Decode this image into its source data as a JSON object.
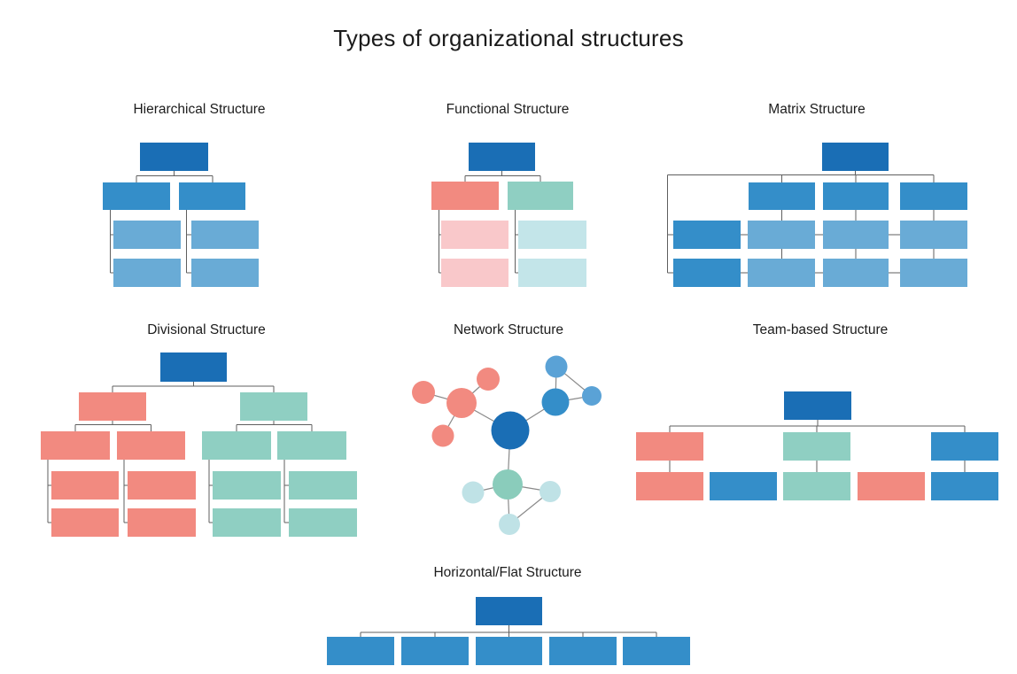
{
  "title": "Types of organizational structures",
  "palette": {
    "dark_blue": "#1a6eb5",
    "medium_blue": "#348ec9",
    "light_blue": "#69abd6",
    "sky_blue": "#5aa2d6",
    "salmon": "#f28a80",
    "light_pink": "#f9c8ca",
    "teal": "#8fcfc2",
    "teal_hub": "#8accbb",
    "light_teal": "#c3e5e9",
    "pale_teal": "#bfe2e6",
    "connector": "#5f5f5f",
    "edge": "#8a8a8a"
  },
  "diagrams": [
    {
      "id": "hierarchical",
      "label": "Hierarchical Structure",
      "boxes": [
        [
          158,
          161,
          77,
          32,
          "dark_blue"
        ],
        [
          116,
          206,
          76,
          31,
          "medium_blue"
        ],
        [
          202,
          206,
          75,
          31,
          "medium_blue"
        ],
        [
          128,
          249,
          76,
          32,
          "light_blue"
        ],
        [
          216,
          249,
          76,
          32,
          "light_blue"
        ],
        [
          128,
          292,
          76,
          32,
          "light_blue"
        ],
        [
          216,
          292,
          76,
          32,
          "light_blue"
        ]
      ],
      "lines": [
        [
          196.5,
          193,
          196.5,
          198.5
        ],
        [
          154,
          198.5,
          240,
          198.5
        ],
        [
          154,
          198.5,
          154,
          206
        ],
        [
          240,
          198.5,
          240,
          206
        ],
        [
          124.5,
          237,
          124.5,
          308
        ],
        [
          124.5,
          265,
          128,
          265
        ],
        [
          124.5,
          308,
          128,
          308
        ],
        [
          210.5,
          237,
          210.5,
          308
        ],
        [
          210.5,
          265,
          216,
          265
        ],
        [
          210.5,
          308,
          216,
          308
        ]
      ]
    },
    {
      "id": "functional",
      "label": "Functional Structure",
      "boxes": [
        [
          529,
          161,
          75,
          32,
          "dark_blue"
        ],
        [
          487,
          205,
          76,
          32,
          "salmon"
        ],
        [
          573,
          205,
          74,
          32,
          "teal"
        ],
        [
          498,
          249,
          76,
          32,
          "light_pink"
        ],
        [
          585,
          249,
          77,
          32,
          "light_teal"
        ],
        [
          498,
          292,
          76,
          32,
          "light_pink"
        ],
        [
          585,
          292,
          77,
          32,
          "light_teal"
        ]
      ],
      "lines": [
        [
          566.5,
          193,
          566.5,
          198.5
        ],
        [
          525,
          198.5,
          610,
          198.5
        ],
        [
          525,
          198.5,
          525,
          205
        ],
        [
          610,
          198.5,
          610,
          205
        ],
        [
          495.5,
          237,
          495.5,
          308
        ],
        [
          495.5,
          265,
          498,
          265
        ],
        [
          495.5,
          308,
          498,
          308
        ],
        [
          581.5,
          237,
          581.5,
          308
        ],
        [
          581.5,
          265,
          585,
          265
        ],
        [
          581.5,
          308,
          585,
          308
        ]
      ]
    },
    {
      "id": "matrix",
      "label": "Matrix Structure",
      "boxes": [
        [
          928,
          161,
          75,
          32,
          "dark_blue"
        ],
        [
          845,
          206,
          75,
          31,
          "medium_blue"
        ],
        [
          929,
          206,
          74,
          31,
          "medium_blue"
        ],
        [
          1016,
          206,
          76,
          31,
          "medium_blue"
        ],
        [
          760,
          249,
          76,
          32,
          "medium_blue"
        ],
        [
          844,
          249,
          76,
          32,
          "light_blue"
        ],
        [
          929,
          249,
          74,
          32,
          "light_blue"
        ],
        [
          1016,
          249,
          76,
          32,
          "light_blue"
        ],
        [
          760,
          292,
          76,
          32,
          "medium_blue"
        ],
        [
          844,
          292,
          76,
          32,
          "light_blue"
        ],
        [
          929,
          292,
          74,
          32,
          "light_blue"
        ],
        [
          1016,
          292,
          76,
          32,
          "light_blue"
        ]
      ],
      "lines": [
        [
          965.5,
          193,
          965.5,
          197.5
        ],
        [
          753.5,
          197.5,
          1054,
          197.5
        ],
        [
          753.5,
          197.5,
          753.5,
          308
        ],
        [
          753.5,
          265,
          760,
          265
        ],
        [
          753.5,
          308,
          760,
          308
        ],
        [
          882.5,
          197.5,
          882.5,
          206
        ],
        [
          966,
          197.5,
          966,
          206
        ],
        [
          1054,
          197.5,
          1054,
          206
        ],
        [
          882.5,
          237,
          882.5,
          249
        ],
        [
          966,
          237,
          966,
          249
        ],
        [
          1054,
          237,
          1054,
          249
        ],
        [
          882.5,
          281,
          882.5,
          292
        ],
        [
          966,
          281,
          966,
          292
        ],
        [
          1054,
          281,
          1054,
          292
        ],
        [
          836,
          265,
          844,
          265
        ],
        [
          920,
          265,
          929,
          265
        ],
        [
          1003,
          265,
          1016,
          265
        ],
        [
          836,
          308,
          844,
          308
        ],
        [
          920,
          308,
          929,
          308
        ],
        [
          1003,
          308,
          1016,
          308
        ]
      ]
    },
    {
      "id": "divisional",
      "label": "Divisional Structure",
      "boxes": [
        [
          181,
          398,
          75,
          33,
          "dark_blue"
        ],
        [
          89,
          443,
          76,
          32,
          "salmon"
        ],
        [
          271,
          443,
          76,
          32,
          "teal"
        ],
        [
          46,
          487,
          78,
          32,
          "salmon"
        ],
        [
          132,
          487,
          77,
          32,
          "salmon"
        ],
        [
          228,
          487,
          78,
          32,
          "teal"
        ],
        [
          313,
          487,
          78,
          32,
          "teal"
        ],
        [
          58,
          532,
          76,
          32,
          "salmon"
        ],
        [
          144,
          532,
          77,
          32,
          "salmon"
        ],
        [
          240,
          532,
          77,
          32,
          "teal"
        ],
        [
          326,
          532,
          77,
          32,
          "teal"
        ],
        [
          58,
          574,
          76,
          32,
          "salmon"
        ],
        [
          144,
          574,
          77,
          32,
          "salmon"
        ],
        [
          240,
          574,
          77,
          32,
          "teal"
        ],
        [
          326,
          574,
          77,
          32,
          "teal"
        ]
      ],
      "lines": [
        [
          218.5,
          431,
          218.5,
          436
        ],
        [
          127,
          436,
          309,
          436
        ],
        [
          127,
          436,
          127,
          443
        ],
        [
          309,
          436,
          309,
          443
        ],
        [
          127,
          475,
          127,
          479.5
        ],
        [
          85,
          479.5,
          170.5,
          479.5
        ],
        [
          85,
          479.5,
          85,
          487
        ],
        [
          170.5,
          479.5,
          170.5,
          487
        ],
        [
          309,
          475,
          309,
          479.5
        ],
        [
          267,
          479.5,
          352,
          479.5
        ],
        [
          267,
          479.5,
          267,
          487
        ],
        [
          352,
          479.5,
          352,
          487
        ],
        [
          54,
          519,
          54,
          590
        ],
        [
          54,
          548,
          58,
          548
        ],
        [
          54,
          590,
          58,
          590
        ],
        [
          140,
          519,
          140,
          590
        ],
        [
          140,
          548,
          144,
          548
        ],
        [
          140,
          590,
          144,
          590
        ],
        [
          236,
          519,
          236,
          590
        ],
        [
          236,
          548,
          240,
          548
        ],
        [
          236,
          590,
          240,
          590
        ],
        [
          321,
          519,
          321,
          590
        ],
        [
          321,
          548,
          326,
          548
        ],
        [
          321,
          590,
          326,
          590
        ]
      ]
    },
    {
      "id": "network",
      "label": "Network Structure",
      "nodes": [
        [
          576,
          486,
          21.5,
          "dark_blue"
        ],
        [
          521,
          455,
          17,
          "salmon"
        ],
        [
          478,
          443,
          13,
          "salmon"
        ],
        [
          551,
          428,
          13,
          "salmon"
        ],
        [
          500,
          492,
          12.5,
          "salmon"
        ],
        [
          627,
          454,
          15.5,
          "medium_blue"
        ],
        [
          628,
          414,
          12.5,
          "sky_blue"
        ],
        [
          668,
          447,
          11,
          "sky_blue"
        ],
        [
          573,
          547,
          17,
          "teal_hub"
        ],
        [
          534,
          556,
          12.5,
          "pale_teal"
        ],
        [
          621,
          555,
          12,
          "pale_teal"
        ],
        [
          575,
          592,
          12,
          "pale_teal"
        ]
      ],
      "edges": [
        [
          0,
          1
        ],
        [
          0,
          5
        ],
        [
          0,
          8
        ],
        [
          1,
          2
        ],
        [
          1,
          3
        ],
        [
          1,
          4
        ],
        [
          5,
          6
        ],
        [
          5,
          7
        ],
        [
          6,
          7
        ],
        [
          8,
          9
        ],
        [
          8,
          10
        ],
        [
          8,
          11
        ],
        [
          10,
          11
        ]
      ]
    },
    {
      "id": "team-based",
      "label": "Team-based Structure",
      "boxes": [
        [
          885,
          442,
          76,
          32,
          "dark_blue"
        ],
        [
          718,
          488,
          76,
          32,
          "salmon"
        ],
        [
          884,
          488,
          76,
          32,
          "teal"
        ],
        [
          1051,
          488,
          76,
          32,
          "medium_blue"
        ],
        [
          718,
          533,
          76,
          32,
          "salmon"
        ],
        [
          801,
          533,
          76,
          32,
          "medium_blue"
        ],
        [
          884,
          533,
          76,
          32,
          "teal"
        ],
        [
          968,
          533,
          76,
          32,
          "salmon"
        ],
        [
          1051,
          533,
          76,
          32,
          "medium_blue"
        ]
      ],
      "lines": [
        [
          923,
          474,
          923,
          481
        ],
        [
          756,
          481,
          1089,
          481
        ],
        [
          756,
          481,
          756,
          488
        ],
        [
          922,
          481,
          922,
          488
        ],
        [
          1089,
          481,
          1089,
          488
        ],
        [
          756,
          520,
          756,
          533
        ],
        [
          922,
          520,
          922,
          533
        ],
        [
          1089,
          520,
          1089,
          533
        ]
      ]
    },
    {
      "id": "horizontal-flat",
      "label": "Horizontal/Flat Structure",
      "boxes": [
        [
          537,
          674,
          75,
          32,
          "dark_blue"
        ],
        [
          369,
          719,
          76,
          32,
          "medium_blue"
        ],
        [
          453,
          719,
          76,
          32,
          "medium_blue"
        ],
        [
          537,
          719,
          75,
          32,
          "medium_blue"
        ],
        [
          620,
          719,
          76,
          32,
          "medium_blue"
        ],
        [
          703,
          719,
          76,
          32,
          "medium_blue"
        ]
      ],
      "lines": [
        [
          574.5,
          706,
          574.5,
          714
        ],
        [
          407,
          714,
          741,
          714
        ],
        [
          407,
          714,
          407,
          719
        ],
        [
          491,
          714,
          491,
          719
        ],
        [
          574.5,
          714,
          574.5,
          719
        ],
        [
          658,
          714,
          658,
          719
        ],
        [
          741,
          714,
          741,
          719
        ]
      ]
    }
  ]
}
